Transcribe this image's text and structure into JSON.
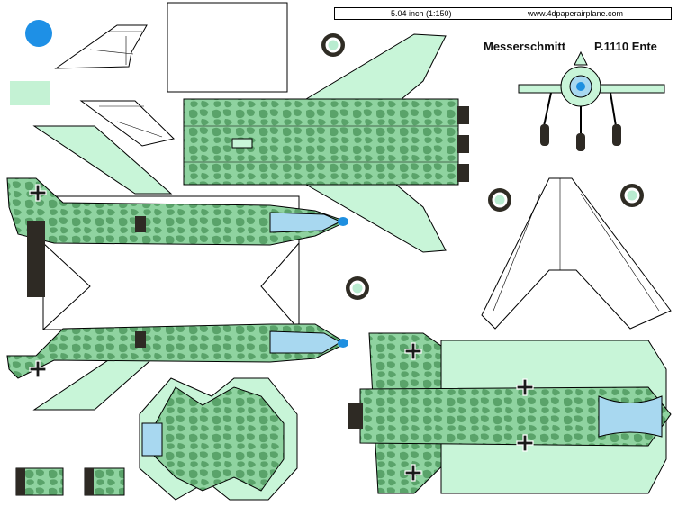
{
  "header": {
    "scale_text": "5.04 inch (1:150)",
    "website": "www.4dpaperairplane.com"
  },
  "title": {
    "manufacturer": "Messerschmitt",
    "model": "P.1110 Ente"
  },
  "colors": {
    "camo_base": "#8fd3a0",
    "camo_spot": "#5aa36a",
    "pale_green": "#c8f5d8",
    "canopy_blue": "#a8d8f0",
    "nose_blue": "#1e8fe0",
    "intake_dark": "#2e2a24",
    "swatch_blue": "#1e90e6",
    "swatch_green": "#c4f2d4",
    "outline": "#000000"
  },
  "icons": [
    "roundel-icon",
    "balkenkreuz-icon"
  ]
}
